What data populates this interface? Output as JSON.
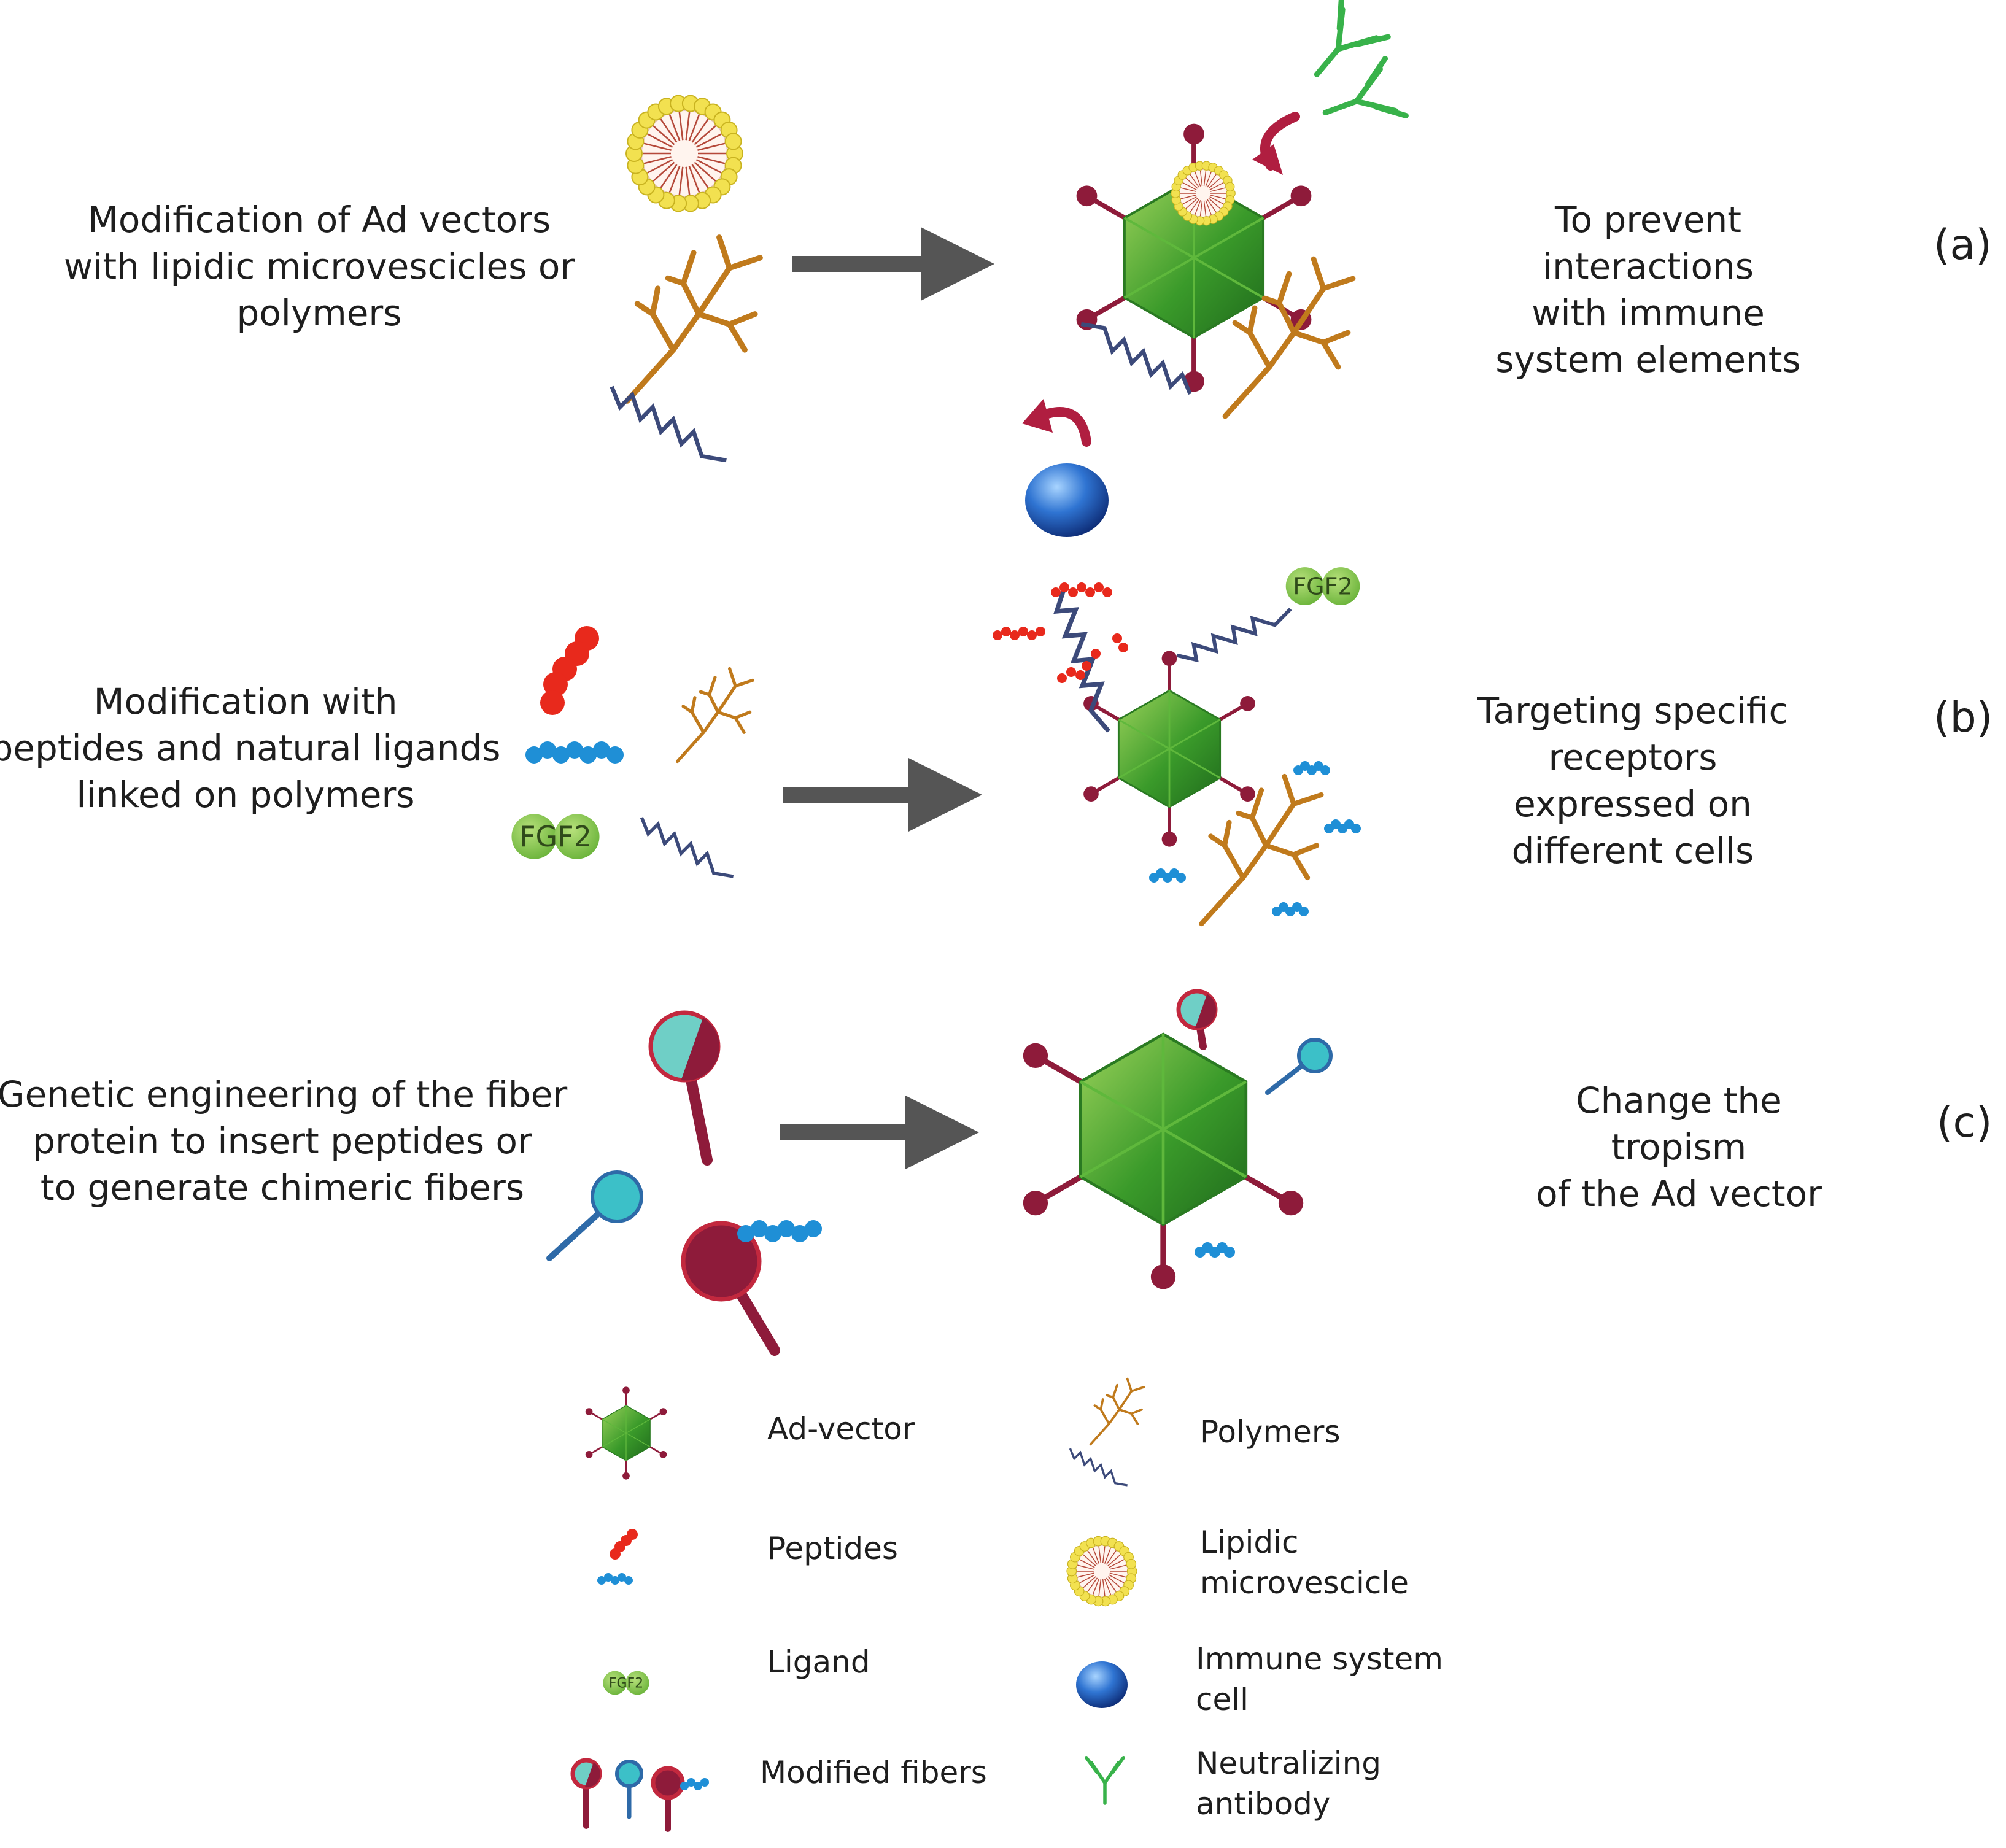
{
  "rows": [
    {
      "id": "a",
      "left_text": "Modification of Ad vectors\nwith lipidic microvescicles or\npolymers",
      "right_text": "To prevent interactions\nwith immune system elements",
      "label": "(a)"
    },
    {
      "id": "b",
      "left_text": "Modification with\npeptides and natural ligands\nlinked on polymers",
      "right_text": "Targeting specific receptors\nexpressed on different cells",
      "label": "(b)"
    },
    {
      "id": "c",
      "left_text": "Genetic engineering of the fiber\nprotein to insert peptides or\nto generate chimeric fibers",
      "right_text": "Change the tropism\nof the Ad vector",
      "label": "(c)"
    }
  ],
  "ligand_text": "FGF2",
  "legend": {
    "ad_vector": "Ad-vector",
    "peptides": "Peptides",
    "ligand": "Ligand",
    "modified_fibers": "Modified fibers",
    "polymers": "Polymers",
    "lipidic_microvescicle": "Lipidic\nmicrovescicle",
    "immune_cell": "Immune system\ncell",
    "neutralizing_antibody": "Neutralizing\nantibody"
  },
  "colors": {
    "capsid": "#3a9a2a",
    "fiber": "#8e1b3a",
    "arrow": "#555555",
    "polymer_branched": "#c07a1c",
    "polymer_linear": "#3c4a7a",
    "peptide_red": "#e8291c",
    "peptide_blue": "#1f8fd6",
    "ligand": "#7cc242",
    "antibody": "#38b24a",
    "immune_cell": "#1f5fc0",
    "lipid": "#f2e150",
    "knob_cyan": "#3cc0c8",
    "curved_arrow": "#b01e40"
  }
}
